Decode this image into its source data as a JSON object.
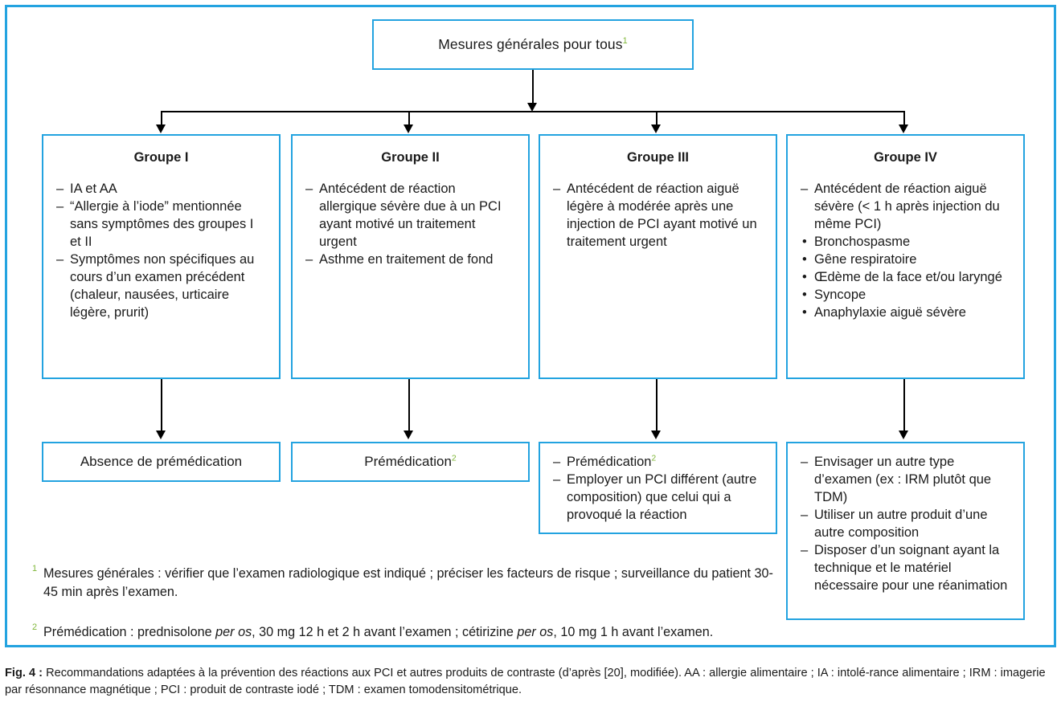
{
  "figure": {
    "accent_color": "#23a3e0",
    "superscript_color": "#80b73a",
    "top_node": {
      "label": "Mesures générales pour tous",
      "superscript": "1"
    },
    "groups": [
      {
        "heading": "Groupe I",
        "items": [
          {
            "marker": "–",
            "text": "IA et AA"
          },
          {
            "marker": "–",
            "text": "“Allergie à l’iode” mentionnée sans symptômes des groupes I et II"
          },
          {
            "marker": "–",
            "text": "Symptômes non spécifiques au cours d’un examen précédent (chaleur, nausées, urticaire légère, prurit)"
          }
        ]
      },
      {
        "heading": "Groupe II",
        "items": [
          {
            "marker": "–",
            "text": "Antécédent de réaction allergique sévère due à un PCI ayant motivé un traitement urgent"
          },
          {
            "marker": "–",
            "text": "Asthme en traitement de fond"
          }
        ]
      },
      {
        "heading": "Groupe III",
        "items": [
          {
            "marker": "–",
            "text": "Antécédent de réaction aiguë légère à modérée après une injection de PCI ayant motivé un traitement urgent"
          }
        ]
      },
      {
        "heading": "Groupe IV",
        "items": [
          {
            "marker": "–",
            "text": "Antécédent de réaction aiguë sévère (< 1 h après injection du même PCI)"
          },
          {
            "marker": "•",
            "text": "Bronchospasme"
          },
          {
            "marker": "•",
            "text": "Gêne respiratoire"
          },
          {
            "marker": "•",
            "text": "Œdème de la face et/ou laryngé"
          },
          {
            "marker": "•",
            "text": "Syncope"
          },
          {
            "marker": "•",
            "text": "Anaphylaxie aiguë sévère"
          }
        ]
      }
    ],
    "actions": [
      {
        "type": "single",
        "label": "Absence de prémédication",
        "superscript": ""
      },
      {
        "type": "single",
        "label": "Prémédication",
        "superscript": "2"
      },
      {
        "type": "list",
        "items": [
          {
            "marker": "–",
            "text": "Prémédication",
            "superscript": "2"
          },
          {
            "marker": "–",
            "text": "Employer un PCI différent (autre composition) que celui qui a provoqué la réaction",
            "superscript": ""
          }
        ]
      },
      {
        "type": "list",
        "items": [
          {
            "marker": "–",
            "text": "Envisager un autre type d’examen (ex : IRM plutôt que TDM)",
            "superscript": ""
          },
          {
            "marker": "–",
            "text": "Utiliser un autre produit d’une autre composition",
            "superscript": ""
          },
          {
            "marker": "–",
            "text": "Disposer d’un soignant ayant la technique et le matériel nécessaire pour une réanimation",
            "superscript": ""
          }
        ]
      }
    ],
    "footnotes": [
      {
        "marker": "1",
        "text": "Mesures générales : vérifier que l’examen radiologique est indiqué ; préciser les facteurs de risque ; surveillance du patient 30-45 min après l’examen."
      },
      {
        "marker": "2",
        "pre": "Prémédication : prednisolone ",
        "italic1": "per os",
        "mid": ", 30 mg 12 h et 2 h avant l’examen ; cétirizine ",
        "italic2": "per os",
        "post": ", 10 mg 1 h avant l’examen."
      }
    ]
  },
  "caption": {
    "label": "Fig. 4 :",
    "text": " Recommandations adaptées à la prévention des réactions aux PCI et autres produits de contraste (d’après [20], modifiée). AA : allergie alimentaire ; IA : intolé-rance alimentaire ; IRM : imagerie par résonnance magnétique ; PCI : produit de contraste iodé ; TDM : examen tomodensitométrique."
  }
}
